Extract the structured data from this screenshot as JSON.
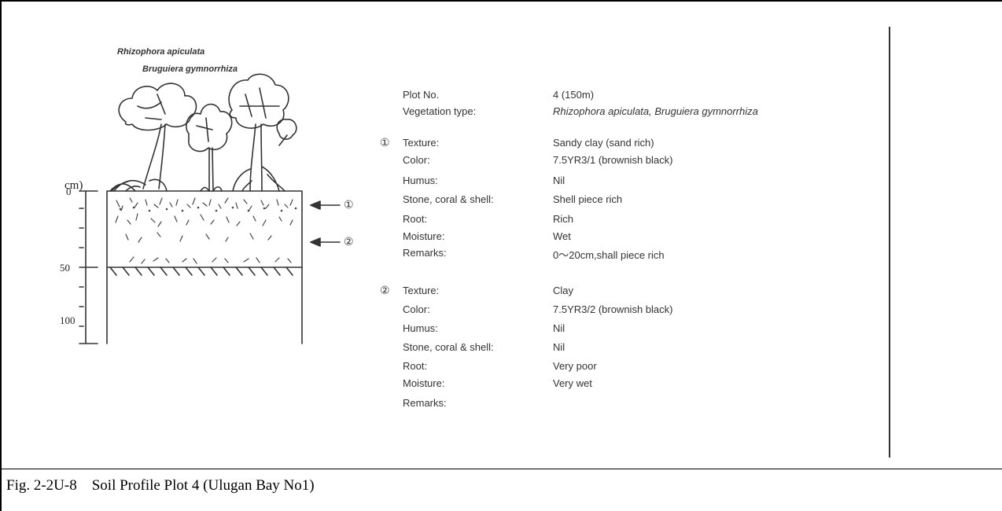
{
  "drawing": {
    "species_top": "Rhizophora apiculata",
    "species_bottom": "Bruguiera gymnorrhiza",
    "scale_unit": "cm)",
    "scale_labels": [
      "0",
      "50",
      "100"
    ],
    "horizon_markers": [
      "①",
      "②"
    ]
  },
  "plot": {
    "plot_no_label": "Plot No.",
    "plot_no_value": "4 (150m)",
    "vegetation_label": "Vegetation type:",
    "vegetation_value": "Rhizophora apiculata, Bruguiera gymnorrhiza"
  },
  "horizon1": {
    "number": "①",
    "rows": [
      {
        "label": "Texture:",
        "value": "Sandy clay (sand rich)"
      },
      {
        "label": "Color:",
        "value": "7.5YR3/1 (brownish black)"
      },
      {
        "label": "Humus:",
        "value": "Nil"
      },
      {
        "label": "Stone, coral & shell:",
        "value": "Shell piece rich"
      },
      {
        "label": "Root:",
        "value": "Rich"
      },
      {
        "label": "Moisture:",
        "value": "Wet"
      },
      {
        "label": "Remarks:",
        "value": "0～20cm,shall piece rich"
      }
    ]
  },
  "horizon2": {
    "number": "②",
    "rows": [
      {
        "label": "Texture:",
        "value": "Clay"
      },
      {
        "label": "Color:",
        "value": "7.5YR3/2 (brownish black)"
      },
      {
        "label": "Humus:",
        "value": "Nil"
      },
      {
        "label": "Stone, coral & shell:",
        "value": "Nil"
      },
      {
        "label": "Root:",
        "value": "Very poor"
      },
      {
        "label": "Moisture:",
        "value": "Very wet"
      },
      {
        "label": "Remarks:",
        "value": ""
      }
    ]
  },
  "caption": "Fig. 2-2U-8    Soil Profile Plot 4 (Ulugan Bay No1)"
}
